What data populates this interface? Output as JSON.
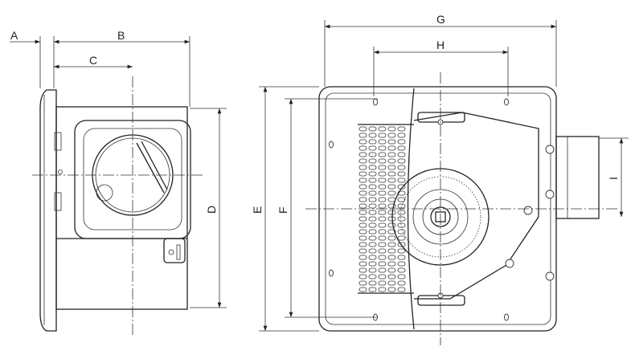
{
  "dimension_labels": {
    "A": "A",
    "B": "B",
    "C": "C",
    "D": "D",
    "E": "E",
    "F": "F",
    "G": "G",
    "H": "H",
    "I": "I"
  }
}
